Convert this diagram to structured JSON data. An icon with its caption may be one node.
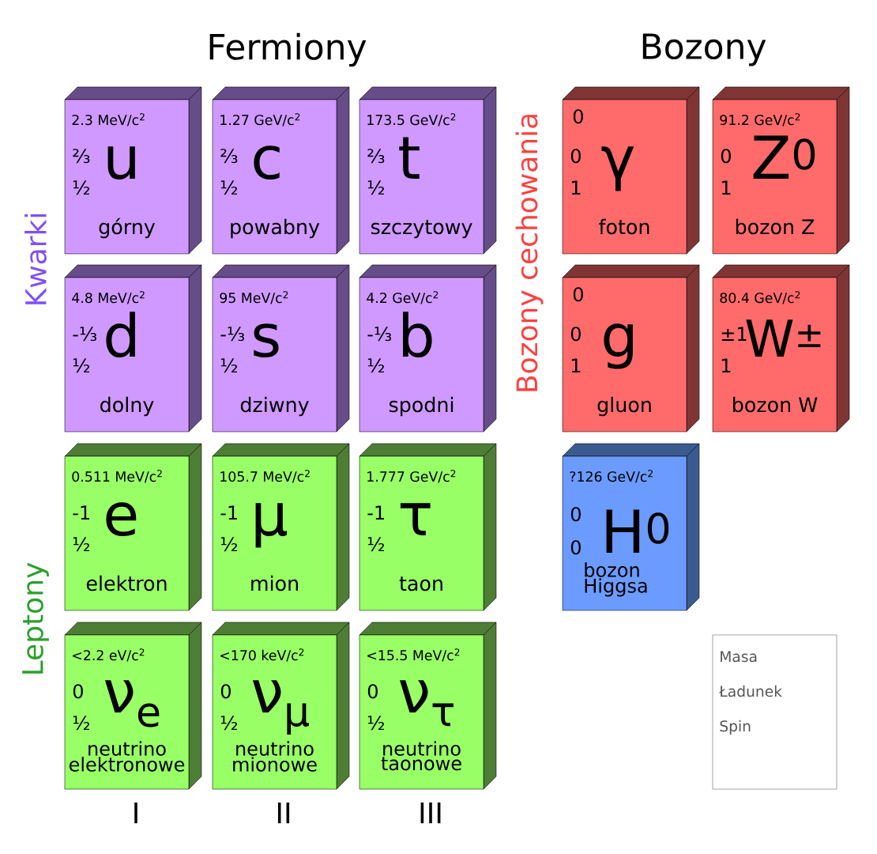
{
  "diagram": {
    "nodes": [
      {
        "text": [
          "2.3 MeV/c$^{2}$",
          "⅔",
          "½",
          "u",
          "górny"
        ]
      },
      {
        "text": [
          "1.27 GeV/c$^{2}$",
          "⅔",
          "½",
          "c",
          "powabny"
        ]
      },
      {
        "text": [
          "173.5 GeV/c$^{2}$",
          "⅔",
          "½",
          "t",
          "szczytowy"
        ]
      },
      {
        "text": [
          "0",
          "0",
          "1",
          "γ",
          "foton"
        ]
      },
      {
        "text": [
          "91.2 GeV/c$^{2}$",
          "0",
          "1",
          "Z$^{0}$",
          "bozon Z"
        ]
      },
      {
        "text": [
          "4.8 MeV/c$^{2}$",
          "-⅓",
          "½",
          "d",
          "dolny"
        ]
      },
      {
        "text": [
          "95 MeV/c$^{2}$",
          "-⅓",
          "½",
          "s",
          "dziwny"
        ]
      },
      {
        "text": [
          "4.2 GeV/c$^{2}$",
          "-⅓",
          "½",
          "b",
          "spodni"
        ]
      },
      {
        "text": [
          "0",
          "0",
          "1",
          "g",
          "gluon"
        ]
      },
      {
        "text": [
          "80.4 GeV/c$^{2}$",
          "±1",
          "1",
          "W$^{±}$",
          "bozon W"
        ]
      },
      {
        "text": [
          "0.511 MeV/c$^{2}$",
          "-1",
          "½",
          "e",
          "elektron"
        ]
      },
      {
        "text": [
          "105.7 MeV/c$^{2}$",
          "-1",
          "½",
          "μ",
          "mion"
        ]
      },
      {
        "text": [
          "1.777 GeV/c$^{2}$",
          "-1",
          "½",
          "τ",
          "taon"
        ]
      },
      {
        "text": [
          "?126 GeV/c$^{2}$",
          "0",
          "0",
          "H$^{0}$",
          "bozon Higgsa"
        ]
      },
      {
        "text": [
          "<2.2 eV/c$^{2}$",
          "0",
          "½",
          "ν$_{e}$",
          "neutrino elektronowe"
        ]
      },
      {
        "text": [
          "<170 keV/c$^{2}$",
          "0",
          "½",
          "ν$_{μ}$",
          "neutrino mionowe"
        ]
      },
      {
        "text": [
          "<15.5 MeV/c$^{2}$",
          "0",
          "½",
          "ν$_{τ}$",
          "neutrino taonowe"
        ]
      }
    ],
    "legend": [
      {
        "text": "Masa"
      },
      {
        "text": "Ładunek"
      },
      {
        "text": "Spin"
      }
    ],
    "labels": [
      "Fermiony",
      "Bozony",
      "Kwarki",
      "Bozony cechowania",
      "Leptony",
      "I",
      "II",
      "III"
    ]
  }
}
